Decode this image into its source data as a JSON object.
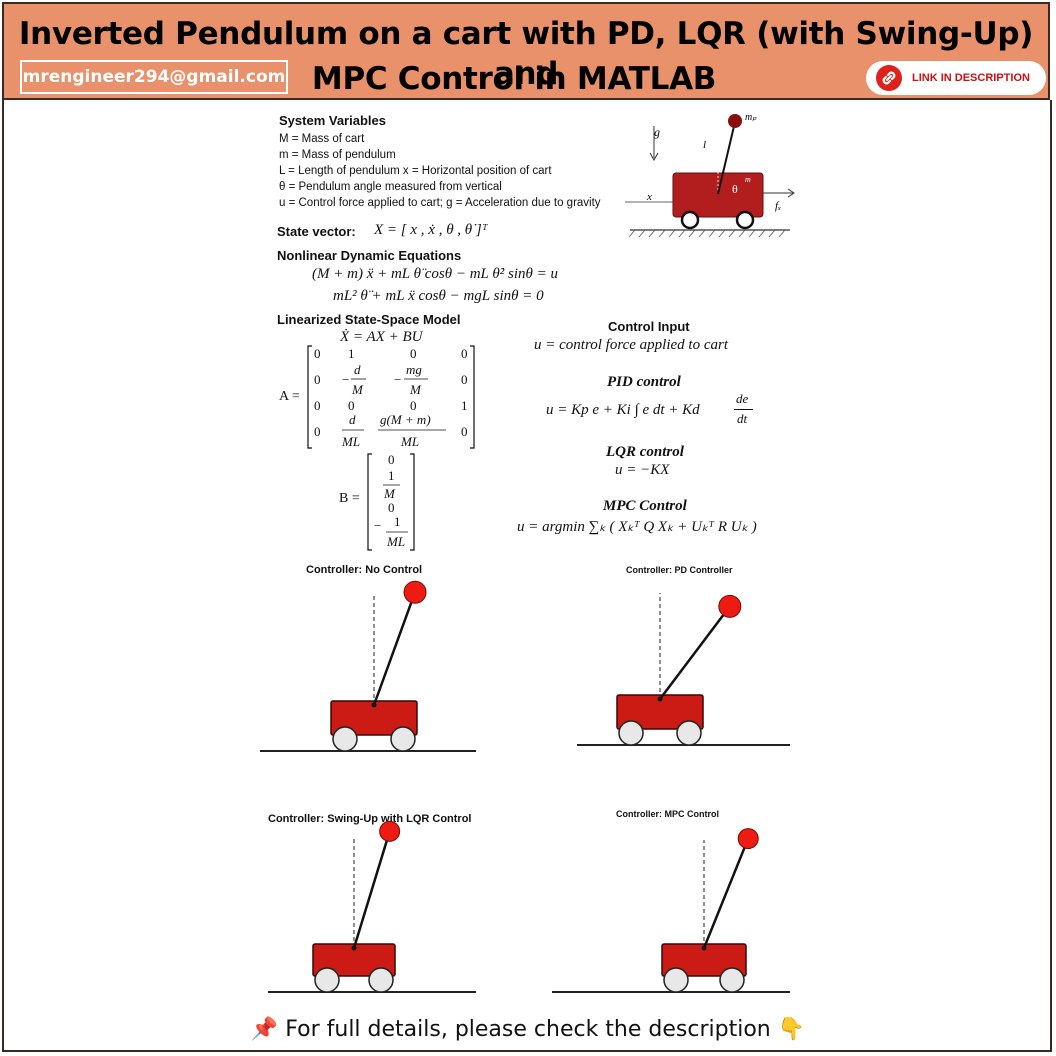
{
  "header": {
    "title_line1": "Inverted Pendulum on a cart with PD, LQR (with Swing-Up) and",
    "title_line2": "MPC Control in MATLAB",
    "email": "mrengineer294@gmail.com",
    "link_label": "LINK IN DESCRIPTION",
    "link_icon": "chain-link-icon",
    "accent_color": "#e8916a"
  },
  "system_variables": {
    "heading": "System Variables",
    "lines": [
      "M = Mass of cart",
      "m = Mass of pendulum",
      "L = Length of pendulum x = Horizontal position of cart",
      "θ = Pendulum angle measured from vertical",
      "u = Control force applied to cart; g = Acceleration due to gravity"
    ]
  },
  "diagram_labels": {
    "g": "g",
    "l": "l",
    "mp": "mₚ",
    "theta": "θ",
    "x": "x",
    "fx": "fₓ",
    "m": "m"
  },
  "state_vector": {
    "label": "State vector:",
    "equation": "X = [ x , ẋ , θ , θ̇ ]ᵀ"
  },
  "nonlinear": {
    "heading": "Nonlinear Dynamic Equations",
    "eq1": "(M + m) ẍ + mL θ̈ cosθ − mL θ̇² sinθ = u",
    "eq2": "mL² θ̈ + mL ẍ cosθ − mgL sinθ = 0"
  },
  "linearized": {
    "heading": "Linearized State-Space Model",
    "equation": "Ẋ = AX + BU",
    "A_label": "A =",
    "B_label": "B ="
  },
  "control": {
    "input_heading": "Control Input",
    "input_eq": "u = control force applied to cart",
    "pid_heading": "PID control",
    "pid_eq_prefix": "u = Kp e + Ki ∫ e dt + Kd",
    "lqr_heading": "LQR control",
    "lqr_eq": "u = −KX",
    "mpc_heading": "MPC Control",
    "mpc_eq": "u = argmin ∑ₖ ( Xₖᵀ Q Xₖ + Uₖᵀ R Uₖ )"
  },
  "panels": [
    {
      "title": "Controller: No Control",
      "angle_deg": 20
    },
    {
      "title": "Controller: PD Controller",
      "angle_deg": 37
    },
    {
      "title": "Controller: Swing-Up with LQR Control",
      "angle_deg": 17
    },
    {
      "title": "Controller: MPC Control",
      "angle_deg": 22
    }
  ],
  "footer": {
    "text": "📌 For full details, please check the description 👇"
  }
}
